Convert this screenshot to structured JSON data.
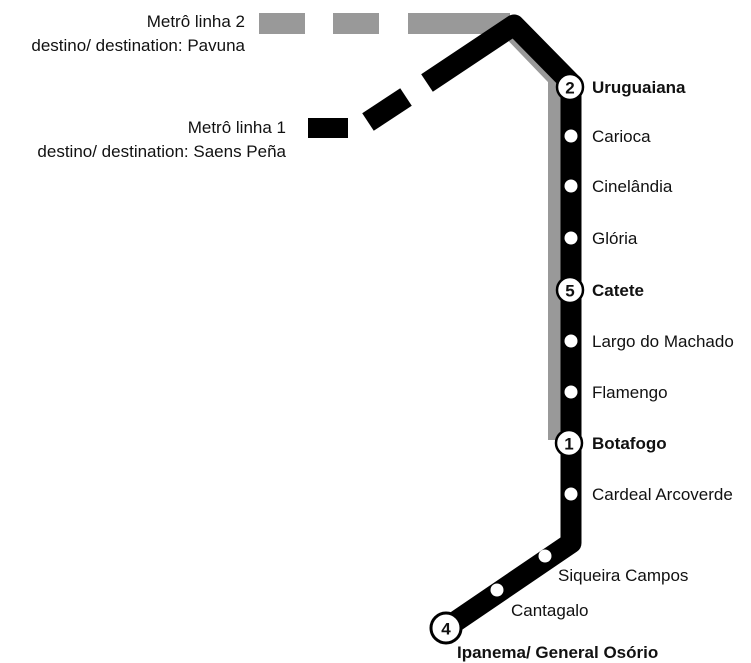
{
  "legend": {
    "line2": {
      "title": "Metrô linha 2",
      "destination": "destino/ destination: Pavuna",
      "color": "#999999"
    },
    "line1": {
      "title": "Metrô linha 1",
      "destination": "destino/ destination: Saens Peña",
      "color": "#000000"
    }
  },
  "stations": [
    {
      "name": "Uruguaiana",
      "major": true,
      "badge": "2"
    },
    {
      "name": "Carioca",
      "major": false
    },
    {
      "name": "Cinelândia",
      "major": false
    },
    {
      "name": "Glória",
      "major": false
    },
    {
      "name": "Catete",
      "major": true,
      "badge": "5"
    },
    {
      "name": "Largo do Machado",
      "major": false
    },
    {
      "name": "Flamengo",
      "major": false
    },
    {
      "name": "Botafogo",
      "major": true,
      "badge": "1"
    },
    {
      "name": "Cardeal Arcoverde",
      "major": false
    },
    {
      "name": "Siqueira Campos",
      "major": false
    },
    {
      "name": "Cantagalo",
      "major": false
    },
    {
      "name": "Ipanema/ General Osório",
      "major": true,
      "badge": "4"
    }
  ]
}
